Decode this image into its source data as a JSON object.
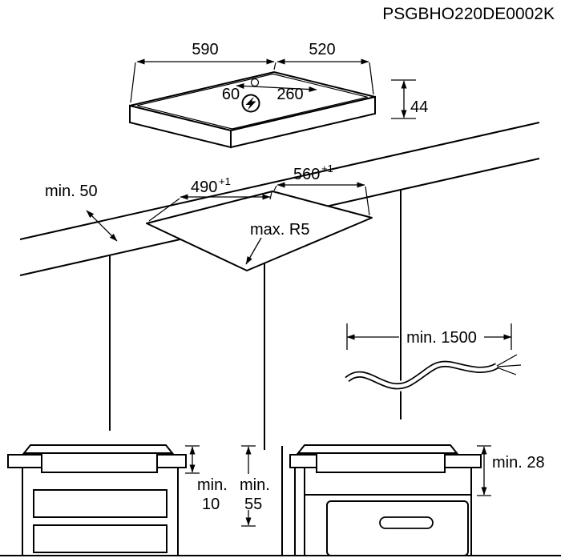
{
  "title": "PSGBHO220DE0002K",
  "icons": {
    "power": "lightning-bolt"
  },
  "hob": {
    "width": "590",
    "depth": "520",
    "hole_offset": "60",
    "hole_pitch": "260",
    "height": "44"
  },
  "cutout": {
    "front_clearance": "min. 50",
    "depth": "490",
    "depth_tolerance": "+1",
    "width": "560",
    "width_tolerance": "+1",
    "corner_radius": "max. R5"
  },
  "cable": {
    "min_length": "min. 1500"
  },
  "drawer_install": {
    "gap_label": "min.",
    "gap_value": "10",
    "clearance_label": "min.",
    "clearance_value": "55"
  },
  "oven_install": {
    "clearance": "min. 28"
  }
}
